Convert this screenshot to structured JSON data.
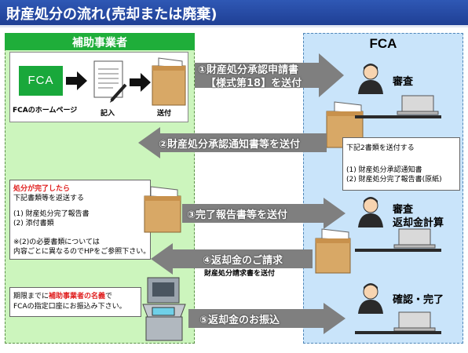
{
  "title": "財産処分の流れ(売却または廃棄)",
  "left_panel": {
    "title": "補助事業者",
    "logo_text": "FCA",
    "step_labels": {
      "homepage": "FCAのホームページ",
      "fill": "記入",
      "send": "送付"
    },
    "callout_return": {
      "heading": "処分が完了したら",
      "line1": "下記書類等を返送する",
      "item1": "(1) 財産処分完了報告書",
      "item2": "(2) 添付書類",
      "note1": "※(2)の必要書類については",
      "note2": "内容ごとに異なるのでHPをご参照下さい。"
    },
    "callout_pay": {
      "line1_pre": "期限までに",
      "line1_red": "補助事業者の名義",
      "line1_post": "で",
      "line2": "FCAの指定口座にお振込み下さい。"
    }
  },
  "right_panel": {
    "title": "FCA",
    "labels": {
      "review": "審査",
      "review2": "審査",
      "refund_calc": "返却金計算",
      "confirm": "確認・完了"
    },
    "callout_send": {
      "line1": "下記2書類を送付する",
      "item1": "(1) 財産処分承認通知書",
      "item2": "(2) 財産処分完了報告書(原紙)"
    }
  },
  "arrows": {
    "a1_line1": "①財産処分承認申請書",
    "a1_line2": "【様式第18】を送付",
    "a2": "②財産処分承認通知書等を送付",
    "a3": "③完了報告書等を送付",
    "a4": "④返却金のご請求",
    "a4_sub": "財産処分請求書を送付",
    "a5": "⑤返却金のお振込"
  },
  "colors": {
    "title_bg": "#2450a8",
    "left_bg": "#ccf5bd",
    "left_head": "#1fae3a",
    "right_bg": "#c9e4fa",
    "arrow": "#7f7f7f",
    "highlight": "#e02020",
    "logo": "#19a83b"
  }
}
